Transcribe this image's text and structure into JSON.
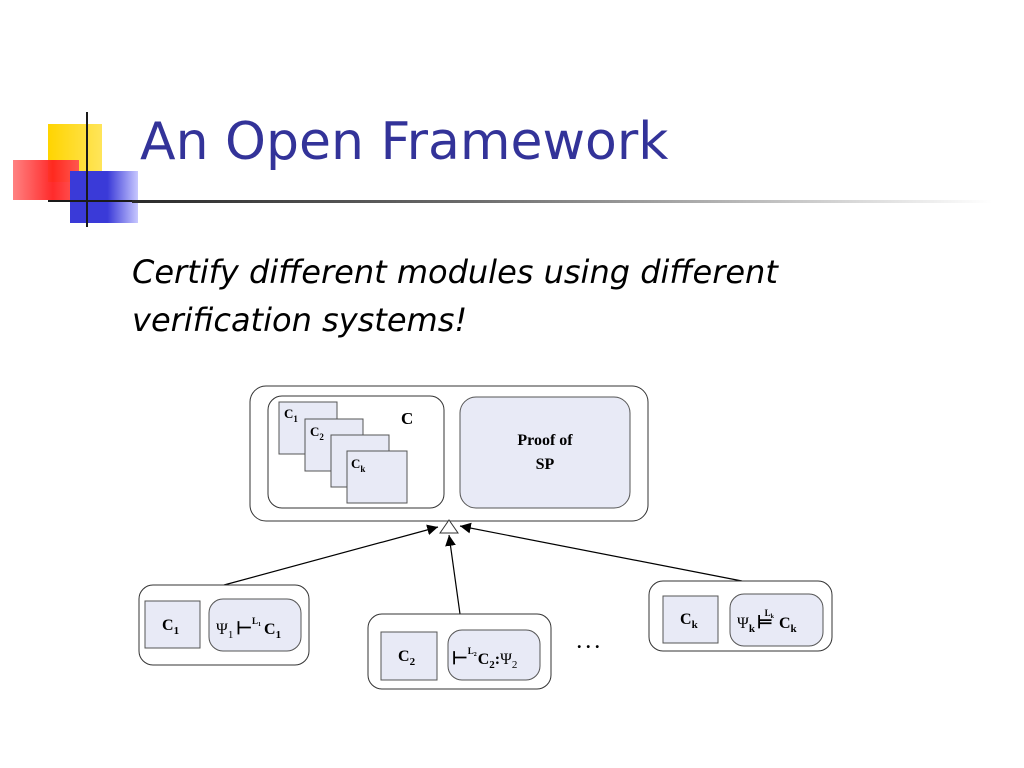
{
  "slide": {
    "title": "An Open Framework",
    "bullet": "Certify different modules using different verification systems!"
  },
  "diagram": {
    "top_container": {
      "code_label": "C",
      "stack_labels": [
        {
          "base": "C",
          "sub": "1"
        },
        {
          "base": "C",
          "sub": "2"
        },
        {
          "base": "C",
          "sub": "k"
        }
      ],
      "proof_line1": "Proof of",
      "proof_line2": "SP"
    },
    "modules": [
      {
        "code": "C",
        "code_sub": "1",
        "psi": "Ψ",
        "psi_sub": "1",
        "turnstile": "⊢",
        "logic": "L",
        "logic_sub": "1",
        "concl": "C",
        "concl_sub": "1"
      },
      {
        "code": "C",
        "code_sub": "2",
        "turnstile": "⊢",
        "logic": "L",
        "logic_sub": "2",
        "concl": "C",
        "concl_sub": "2",
        "colon": ":",
        "psi": "Ψ",
        "psi_sub": "2"
      },
      {
        "code": "C",
        "code_sub": "k",
        "psi": "Ψ",
        "psi_sub": "k",
        "turnstile": "⊨",
        "logic": "L",
        "logic_sub": "k",
        "concl": "C",
        "concl_sub": "k"
      }
    ],
    "ellipsis": ". . ."
  },
  "colors": {
    "title": "#333399",
    "box_fill": "#e8eaf6",
    "container_stroke": "#333333"
  }
}
